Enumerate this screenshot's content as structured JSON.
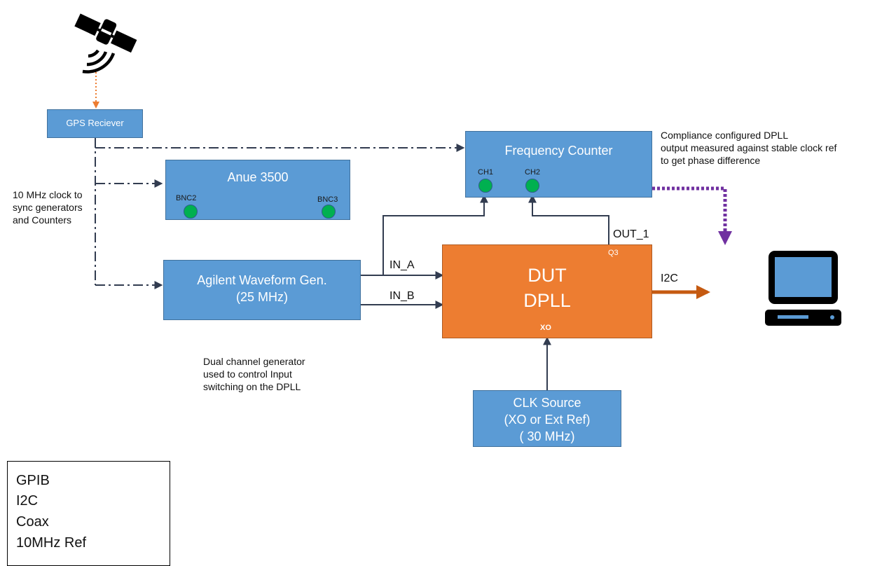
{
  "boxes": {
    "gps": {
      "title": "GPS Reciever"
    },
    "anue": {
      "title": "Anue 3500",
      "port_left": "BNC2",
      "port_right": "BNC3"
    },
    "agilent": {
      "title_line1": "Agilent Waveform Gen.",
      "title_line2": "(25 MHz)"
    },
    "freq_counter": {
      "title": "Frequency Counter",
      "port_ch1": "CH1",
      "port_ch2": "CH2"
    },
    "dut": {
      "title_line1": "DUT",
      "title_line2": "DPLL",
      "label_q3": "Q3",
      "label_xo": "XO"
    },
    "clk_source": {
      "line1": "CLK Source",
      "line2": "(XO or Ext Ref)",
      "line3": "( 30 MHz)"
    }
  },
  "wire_labels": {
    "in_a": "IN_A",
    "in_b": "IN_B",
    "out_1": "OUT_1",
    "i2c": "I2C"
  },
  "notes": {
    "sync": "10 MHz clock to\nsync generators\nand Counters",
    "compliance": "Compliance configured DPLL\noutput measured against stable clock ref\nto get phase difference",
    "dual_channel": "Dual channel generator\nused to control Input\nswitching on the DPLL"
  },
  "legend": [
    {
      "label": "GPIB",
      "style": "gpib"
    },
    {
      "label": "I2C",
      "style": "i2c"
    },
    {
      "label": "Coax",
      "style": "coax"
    },
    {
      "label": "10MHz Ref",
      "style": "ref"
    }
  ],
  "colors": {
    "box_blue": "#5b9bd5",
    "dut_orange": "#ed7d31",
    "gpib_purple": "#7030a0",
    "i2c_orange": "#c55a11",
    "gps_dotted_orange": "#ed7d31",
    "coax": "#323c50",
    "port_green": "#00b050"
  },
  "icons": {
    "satellite": "satellite-icon",
    "computer": "computer-monitor-icon"
  }
}
